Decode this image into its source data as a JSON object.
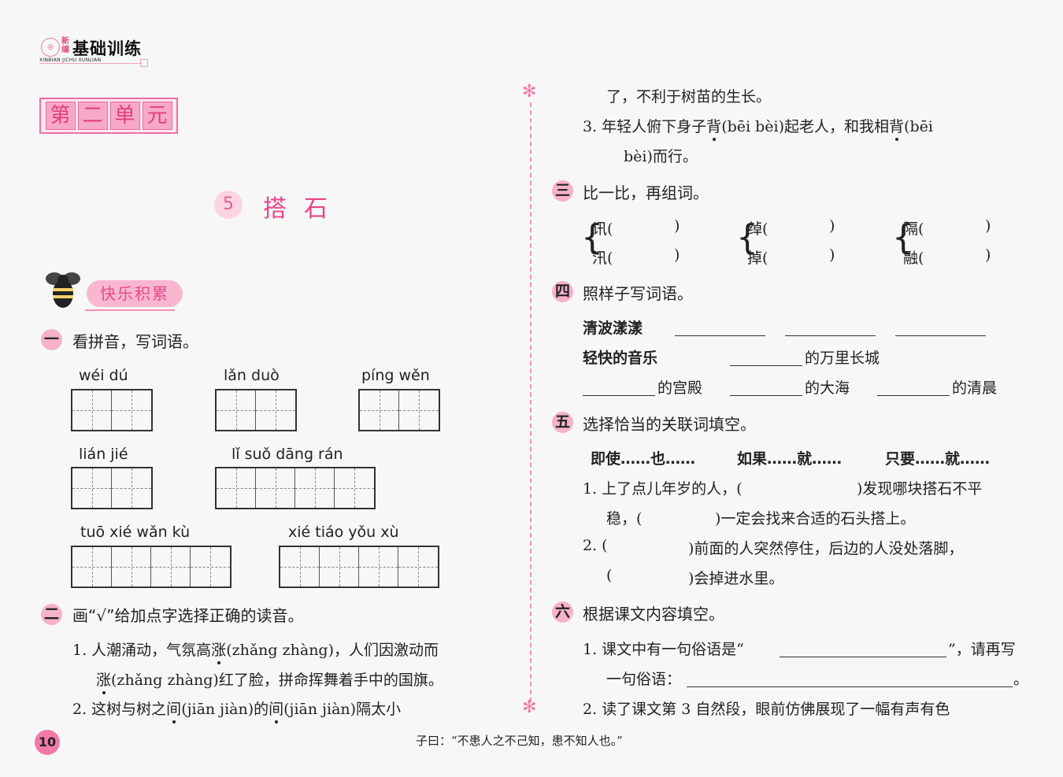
{
  "header": {
    "logo_small": "新编",
    "logo_main": "基础训练",
    "logo_pinyin": "XINBIAN JICHU XUNLIAN"
  },
  "unit": {
    "chars": [
      "第",
      "二",
      "单",
      "元"
    ]
  },
  "lesson": {
    "number": "5",
    "title": "搭石"
  },
  "kuaile": "快乐积累",
  "s1": {
    "num": "一",
    "title": "看拼音，写词语。",
    "items": [
      {
        "pinyin": "wéi  dú"
      },
      {
        "pinyin": "lǎn  duò"
      },
      {
        "pinyin": "píng wěn"
      },
      {
        "pinyin": "lián  jié"
      },
      {
        "pinyin": "lǐ   suǒ dāng rán"
      },
      {
        "pinyin": "tuō  xié  wǎn  kù"
      },
      {
        "pinyin": "xié  tiáo yǒu  xù"
      }
    ]
  },
  "s2": {
    "num": "二",
    "title": "画“√”给加点字选择正确的读音。",
    "q1_a": "1. 人潮涌动，气氛高",
    "q1_dot1": "涨",
    "q1_b": "(zhǎng   zhàng)，人们因激动而",
    "q1_dot2": "涨",
    "q1_c": "(zhǎng   zhàng)红了脸，拼命挥舞着手中的国旗。",
    "q2_a": "2. 这树与树之",
    "q2_dot1": "间",
    "q2_b": "(jiān   jiàn)的",
    "q2_dot2": "间",
    "q2_c": "(jiān   jiàn)隔太小",
    "q2_cont": "了，不利于树苗的生长。",
    "q3_a": "3. 年轻人俯下身子",
    "q3_dot1": "背",
    "q3_b": "(bēi   bèi)起老人，和我相",
    "q3_dot2": "背",
    "q3_c": "(bēi",
    "q3_cont": "bèi)而行。"
  },
  "s3": {
    "num": "三",
    "title": "比一比，再组词。",
    "pairs": [
      [
        "讯(",
        "汛("
      ],
      [
        "绰(",
        "掉("
      ],
      [
        "隔(",
        "融("
      ]
    ],
    "close": ")"
  },
  "s4": {
    "num": "四",
    "title": "照样子写词语。",
    "ex1": "清波漾漾",
    "ex2": "轻快的音乐",
    "w1": "的万里长城",
    "w2": "的宫殿",
    "w3": "的大海",
    "w4": "的清晨"
  },
  "s5": {
    "num": "五",
    "title": "选择恰当的关联词填空。",
    "options": [
      "即使……也……",
      "如果……就……",
      "只要……就……"
    ],
    "q1a": "1. 上了点儿年岁的人，(",
    "q1b": ")发现哪块搭石不平",
    "q1c": "稳，(",
    "q1d": ")一定会找来合适的石头搭上。",
    "q2a": "2. (",
    "q2b": ")前面的人突然停住，后边的人没处落脚，",
    "q2c": "(",
    "q2d": ")会掉进水里。"
  },
  "s6": {
    "num": "六",
    "title": "根据课文内容填空。",
    "q1a": "1. 课文中有一句俗语是“",
    "q1b": "”，请再写",
    "q1c": "一句俗语：",
    "q1d": "。",
    "q2": "2. 读了课文第 3 自然段，眼前仿佛展现了一幅有声有色"
  },
  "page_number": "10",
  "footer": "子曰：“不患人之不己知，患不知人也。”",
  "colors": {
    "accent": "#f27aa8",
    "title_pink": "#e8458a"
  }
}
